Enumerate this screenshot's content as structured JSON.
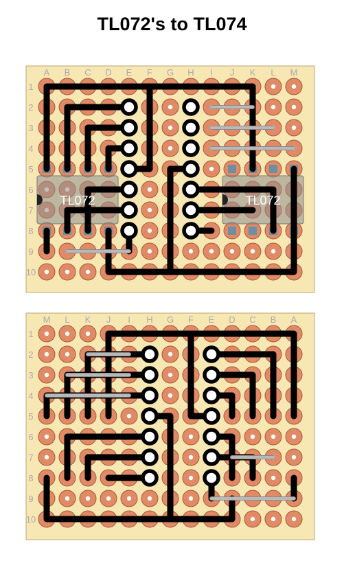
{
  "title": "TL072's to TL074",
  "colors": {
    "board": "#f7e7b3",
    "board_edge": "#b9a77a",
    "pad": "#e08a66",
    "pad_edge": "#a8573a",
    "hole": "#ffffff",
    "trace": "#000000",
    "jumper": "#b9b9b9",
    "chip_body": "#8f8f8f",
    "chip_pin": "#6f8ea3",
    "label": "#aaaaaa"
  },
  "board_top": {
    "col_labels": [
      "A",
      "B",
      "C",
      "D",
      "E",
      "F",
      "G",
      "H",
      "I",
      "J",
      "K",
      "L",
      "M"
    ],
    "row_labels": [
      "1",
      "2",
      "3",
      "4",
      "5",
      "6",
      "7",
      "8",
      "9",
      "10"
    ],
    "chips": [
      {
        "name": "left-chip",
        "label": "TL072",
        "cols": [
          0,
          3
        ],
        "pin_rows": [
          5,
          8
        ],
        "notch": "left"
      },
      {
        "name": "right-chip",
        "label": "TL072",
        "cols": [
          9,
          12
        ],
        "pin_rows": [
          5,
          8
        ],
        "notch": "left"
      }
    ],
    "ring_pads": [
      [
        4,
        2
      ],
      [
        4,
        3
      ],
      [
        4,
        4
      ],
      [
        4,
        5
      ],
      [
        4,
        6
      ],
      [
        4,
        7
      ],
      [
        4,
        8
      ],
      [
        7,
        2
      ],
      [
        7,
        3
      ],
      [
        7,
        4
      ],
      [
        7,
        5
      ],
      [
        7,
        6
      ],
      [
        7,
        7
      ],
      [
        7,
        8
      ]
    ],
    "jumpers": [
      [
        [
          8,
          2
        ],
        [
          10,
          2
        ]
      ],
      [
        [
          8,
          3
        ],
        [
          11,
          3
        ]
      ],
      [
        [
          8,
          4
        ],
        [
          12,
          4
        ]
      ],
      [
        [
          1,
          9
        ],
        [
          4,
          9
        ]
      ]
    ],
    "traces": [
      [
        [
          0,
          5
        ],
        [
          0,
          1
        ],
        [
          10,
          1
        ],
        [
          10,
          5
        ]
      ],
      [
        [
          5,
          1
        ],
        [
          5,
          5
        ],
        [
          4,
          5
        ]
      ],
      [
        [
          1,
          5
        ],
        [
          1,
          2
        ],
        [
          4,
          2
        ]
      ],
      [
        [
          2,
          5
        ],
        [
          2,
          3
        ],
        [
          4,
          3
        ]
      ],
      [
        [
          3,
          5
        ],
        [
          3,
          4
        ],
        [
          4,
          4
        ]
      ],
      [
        [
          3,
          8
        ],
        [
          3,
          10
        ],
        [
          12,
          10
        ],
        [
          12,
          5
        ]
      ],
      [
        [
          7,
          5
        ],
        [
          6,
          5
        ],
        [
          6,
          10
        ]
      ],
      [
        [
          7,
          6
        ],
        [
          11,
          6
        ],
        [
          11,
          8
        ]
      ],
      [
        [
          7,
          7
        ],
        [
          10,
          7
        ]
      ],
      [
        [
          7,
          8
        ],
        [
          8,
          8
        ]
      ],
      [
        [
          0,
          8
        ],
        [
          0,
          9
        ]
      ],
      [
        [
          1,
          8
        ],
        [
          1,
          7
        ],
        [
          4,
          7
        ]
      ],
      [
        [
          2,
          8
        ],
        [
          2,
          6
        ],
        [
          4,
          6
        ]
      ],
      [
        [
          4,
          8
        ],
        [
          4,
          9
        ]
      ]
    ]
  },
  "board_bottom": {
    "col_labels": [
      "M",
      "L",
      "K",
      "J",
      "I",
      "H",
      "G",
      "F",
      "E",
      "D",
      "C",
      "B",
      "A"
    ],
    "row_labels": [
      "1",
      "2",
      "3",
      "4",
      "5",
      "6",
      "7",
      "8",
      "9",
      "10"
    ],
    "ring_pads": [
      [
        5,
        2
      ],
      [
        5,
        3
      ],
      [
        5,
        4
      ],
      [
        5,
        5
      ],
      [
        5,
        6
      ],
      [
        5,
        7
      ],
      [
        5,
        8
      ],
      [
        8,
        2
      ],
      [
        8,
        3
      ],
      [
        8,
        4
      ],
      [
        8,
        5
      ],
      [
        8,
        6
      ],
      [
        8,
        7
      ],
      [
        8,
        8
      ]
    ],
    "jumpers": [
      [
        [
          2,
          2
        ],
        [
          4,
          2
        ]
      ],
      [
        [
          1,
          3
        ],
        [
          4,
          3
        ]
      ],
      [
        [
          0,
          4
        ],
        [
          4,
          4
        ]
      ],
      [
        [
          9,
          7
        ],
        [
          11,
          7
        ]
      ],
      [
        [
          8,
          9
        ],
        [
          12,
          9
        ]
      ]
    ],
    "traces": [
      [
        [
          3,
          5
        ],
        [
          3,
          1
        ],
        [
          12,
          1
        ],
        [
          12,
          5
        ]
      ],
      [
        [
          7,
          1
        ],
        [
          7,
          5
        ],
        [
          8,
          5
        ]
      ],
      [
        [
          8,
          2
        ],
        [
          11,
          2
        ],
        [
          11,
          5
        ]
      ],
      [
        [
          8,
          3
        ],
        [
          10,
          3
        ],
        [
          10,
          5
        ]
      ],
      [
        [
          8,
          4
        ],
        [
          9,
          4
        ],
        [
          9,
          5
        ]
      ],
      [
        [
          8,
          6
        ],
        [
          9,
          6
        ],
        [
          9,
          8
        ]
      ],
      [
        [
          8,
          7
        ],
        [
          10,
          7
        ],
        [
          10,
          8
        ]
      ],
      [
        [
          8,
          8
        ],
        [
          8,
          9
        ]
      ],
      [
        [
          12,
          8
        ],
        [
          12,
          9
        ]
      ],
      [
        [
          2,
          5
        ],
        [
          2,
          2
        ],
        [
          5,
          2
        ]
      ],
      [
        [
          1,
          5
        ],
        [
          1,
          3
        ],
        [
          5,
          3
        ]
      ],
      [
        [
          0,
          5
        ],
        [
          0,
          4
        ],
        [
          5,
          4
        ]
      ],
      [
        [
          5,
          5
        ],
        [
          6,
          5
        ],
        [
          6,
          10
        ],
        [
          0,
          10
        ],
        [
          0,
          8
        ]
      ],
      [
        [
          5,
          6
        ],
        [
          1,
          6
        ],
        [
          1,
          8
        ]
      ],
      [
        [
          5,
          7
        ],
        [
          2,
          7
        ],
        [
          2,
          8
        ]
      ],
      [
        [
          5,
          8
        ],
        [
          3,
          8
        ]
      ],
      [
        [
          9,
          9
        ],
        [
          9,
          10
        ],
        [
          6,
          10
        ]
      ]
    ]
  }
}
